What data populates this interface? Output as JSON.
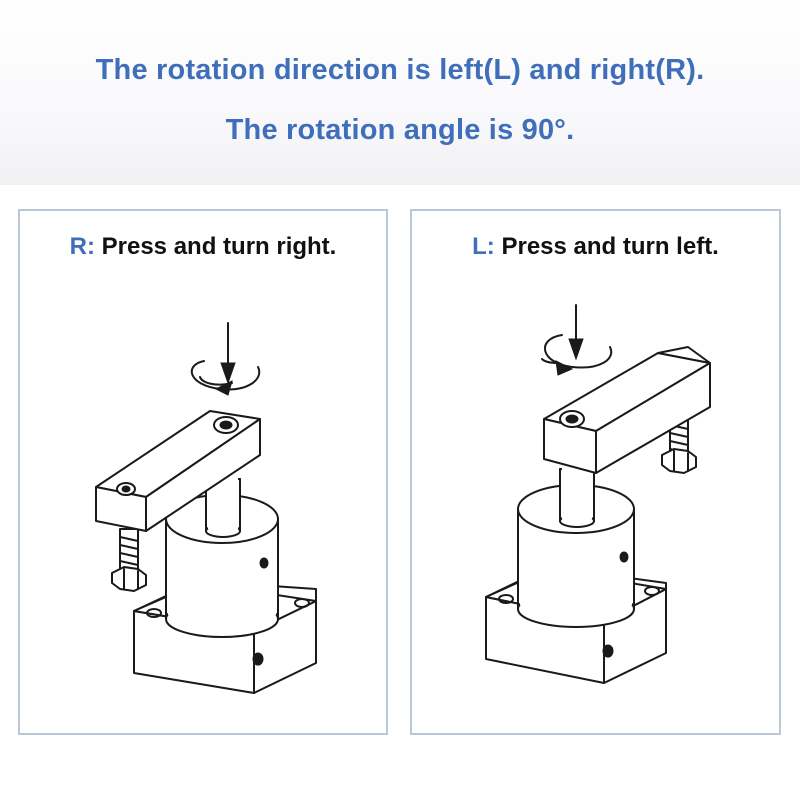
{
  "header": {
    "line1": "The rotation direction is left(L) and right(R).",
    "line2": "The rotation angle is 90°."
  },
  "panels": [
    {
      "key": "R:",
      "caption": "Press and turn right."
    },
    {
      "key": "L:",
      "caption": "Press and turn left."
    }
  ],
  "colors": {
    "accent": "#3f6fba",
    "panel_border": "#b9c7d8",
    "drawing": "#1a1a1a"
  }
}
